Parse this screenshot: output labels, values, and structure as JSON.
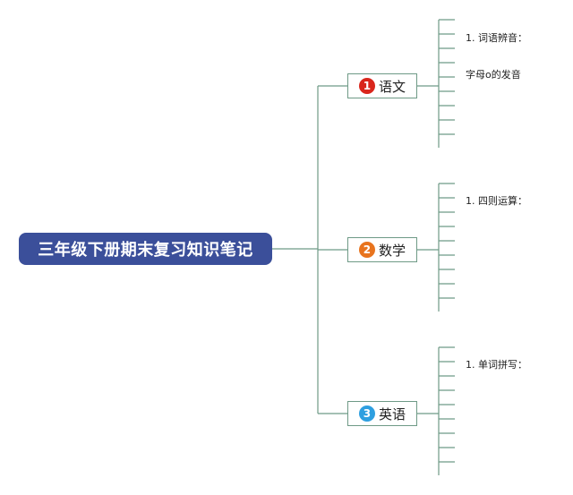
{
  "root": {
    "title": "三年级下册期末复习知识笔记"
  },
  "branches": [
    {
      "number": "1",
      "label": "语文",
      "color": "#d9261c",
      "leaves": [
        "1. 词语辨音：",
        "字母o的发音"
      ]
    },
    {
      "number": "2",
      "label": "数学",
      "color": "#e8741e",
      "leaves": [
        "1. 四则运算："
      ]
    },
    {
      "number": "3",
      "label": "英语",
      "color": "#2e9fe0",
      "leaves": [
        "1. 单词拼写："
      ]
    }
  ],
  "colors": {
    "edge": "#6e9a86",
    "root": "#3b4f9a"
  }
}
